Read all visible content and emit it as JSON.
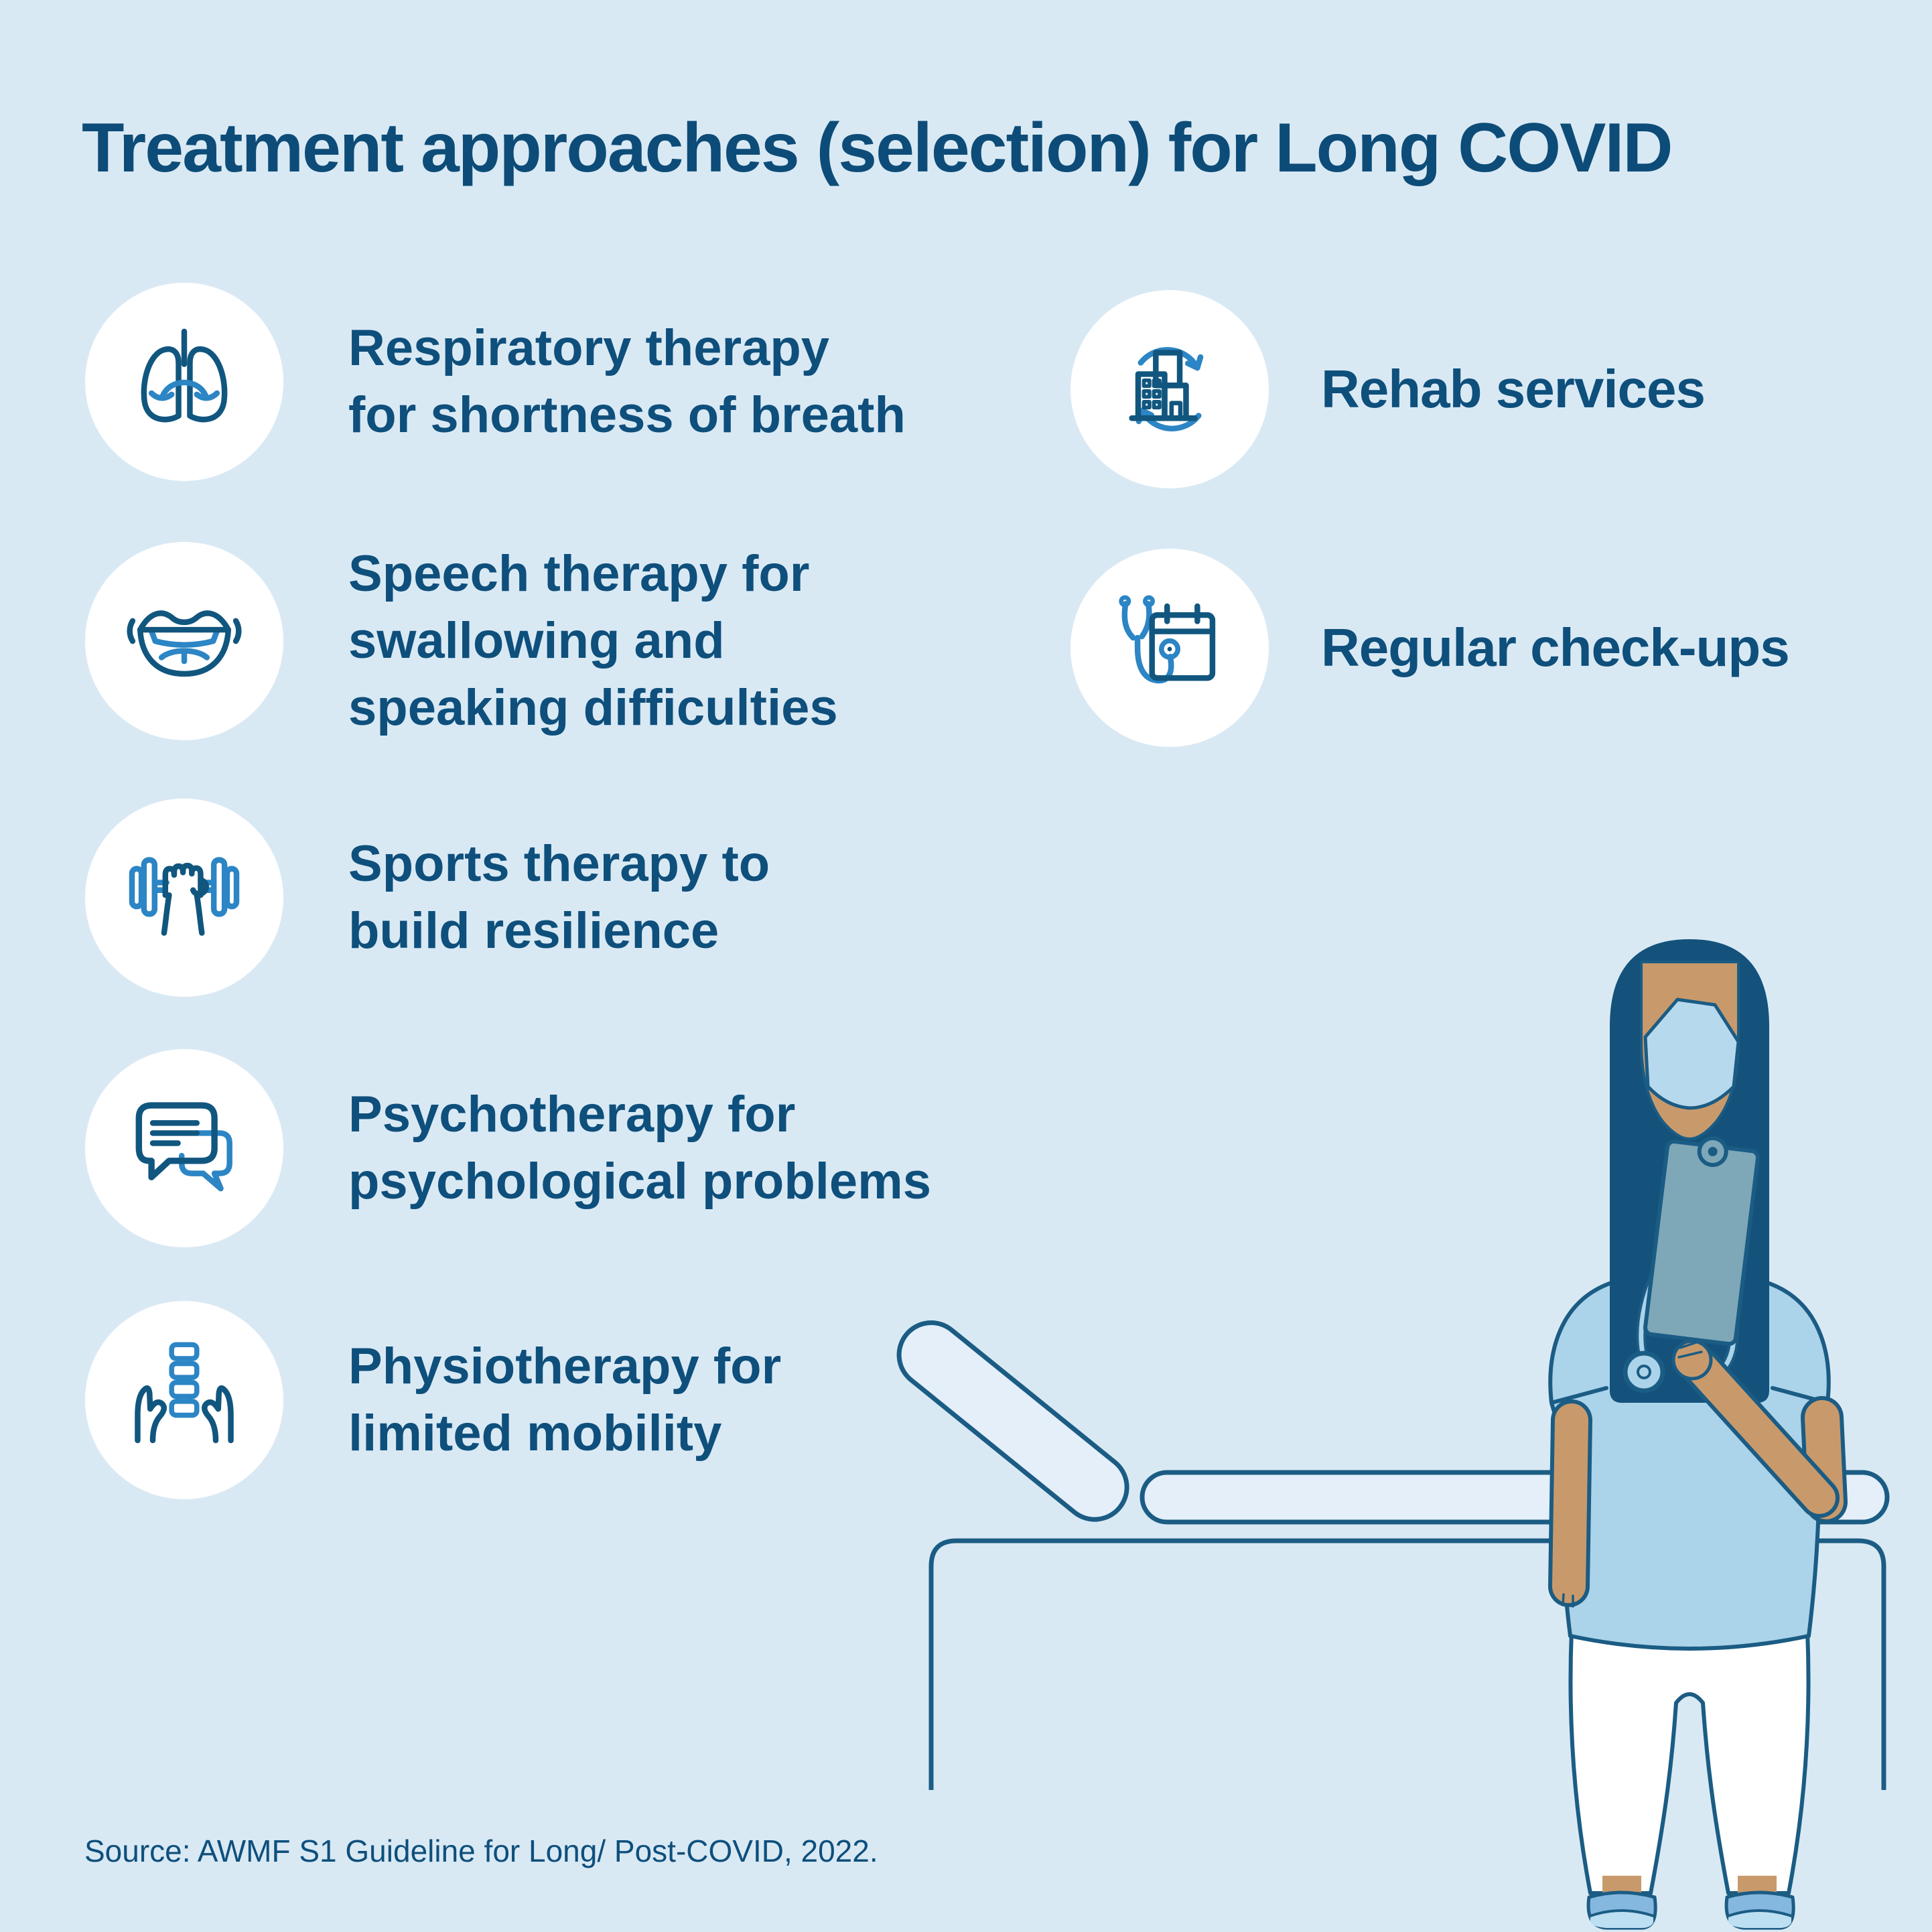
{
  "infographic": {
    "title": "Treatment approaches (selection) for Long COVID",
    "source_note": "Source: AWMF S1 Guideline for Long/ Post-COVID, 2022.",
    "colors": {
      "background": "#d9e9f4",
      "heading_text": "#0d4c78",
      "body_text": "#0e4f7c",
      "icon_dark": "#11567f",
      "icon_accent": "#2c85c4",
      "circle_fill": "#ffffff",
      "skin": "#c89a6b",
      "hair": "#14527c",
      "scrub": "#abd3ea",
      "mask": "#b7d9ee",
      "clipboard": "#7ea7b8",
      "outline": "#1b5c84"
    },
    "treatments_left": [
      {
        "icon": "lungs-icon",
        "label": "Respiratory therapy\nfor shortness of breath"
      },
      {
        "icon": "mouth-icon",
        "label": "Speech therapy for\nswallowing and\nspeaking difficulties"
      },
      {
        "icon": "dumbbell-icon",
        "label": "Sports therapy to\nbuild resilience"
      },
      {
        "icon": "chat-bubbles-icon",
        "label": "Psychotherapy for\npsychological problems"
      },
      {
        "icon": "spine-hands-icon",
        "label": "Physiotherapy for\nlimited mobility"
      }
    ],
    "treatments_right": [
      {
        "icon": "rehab-building-icon",
        "label": "Rehab services"
      },
      {
        "icon": "stethoscope-calendar-icon",
        "label": "Regular check-ups"
      }
    ]
  }
}
